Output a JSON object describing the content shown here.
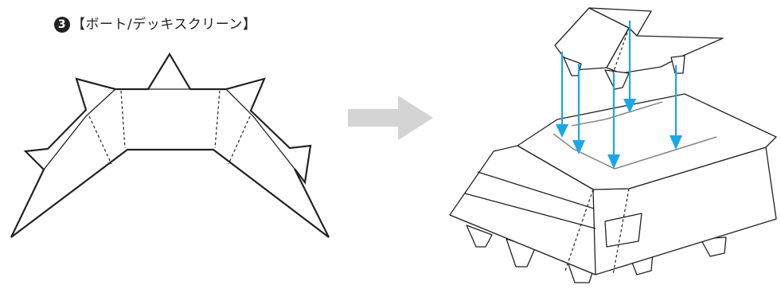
{
  "caption": {
    "step_number": "3",
    "text": "【ボート/デッキスクリーン】"
  },
  "colors": {
    "outline": "#222222",
    "guide_line": "#8a8a8a",
    "placement_arrow": "#1aa7e6",
    "transition_arrow": "#d4d4d4"
  },
  "icons": {
    "step_number": "filled-circle-number",
    "transition": "right-arrow",
    "placement": "down-arrow"
  }
}
